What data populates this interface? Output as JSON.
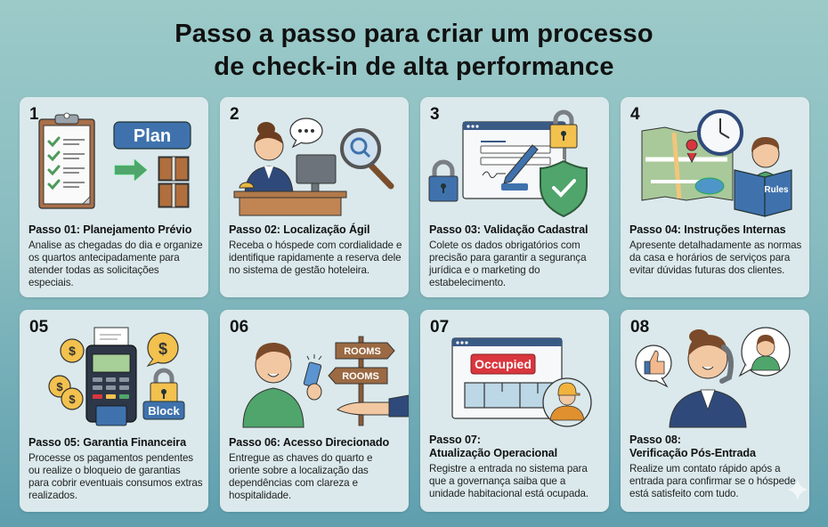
{
  "title": {
    "line1": "Passo a passo para criar um processo",
    "line2": "de check-in de alta performance"
  },
  "steps": [
    {
      "number": "1",
      "title": "Passo 01: Planejamento Prévio",
      "description": "Analise as chegadas do dia e organize os quartos antecipadamente para atender todas as solicitações especiais.",
      "illustration": "clipboard-plan-doors",
      "labels": {
        "plan": "Plan"
      }
    },
    {
      "number": "2",
      "title": "Passo 02: Localização Ágil",
      "description": "Receba o hóspede com cordialidade e identifique rapidamente a reserva dele no sistema de gestão hoteleira.",
      "illustration": "receptionist-desk-search"
    },
    {
      "number": "3",
      "title": "Passo 03: Validação Cadastral",
      "description": "Colete os dados obrigatórios com precisão para garantir a segurança jurídica e o marketing do estabelecimento.",
      "illustration": "form-signature-locks-shield"
    },
    {
      "number": "4",
      "title": "Passo 04: Instruções Internas",
      "description": "Apresente detalhadamente as normas da casa e horários de serviços para evitar dúvidas futuras dos clientes.",
      "illustration": "map-clock-rules-book",
      "labels": {
        "book": "Rules"
      }
    },
    {
      "number": "05",
      "title": "Passo 05: Garantia Financeira",
      "description": "Processe os pagamentos pendentes ou realize o bloqueio de garantias para cobrir eventuais consumos extras realizados.",
      "illustration": "card-terminal-coins-lock",
      "labels": {
        "block": "Block",
        "currency": "$"
      }
    },
    {
      "number": "06",
      "title": "Passo 06: Acesso Direcionado",
      "description": "Entregue as chaves do quarto e oriente sobre a localização das dependências com clareza e hospitalidade.",
      "illustration": "guest-keycard-signpost",
      "labels": {
        "sign1": "ROOMS",
        "sign2": "ROOMS"
      }
    },
    {
      "number": "07",
      "title_line1": "Passo 07:",
      "title_line2": "Atualização Operacional",
      "description": "Registre a entrada no sistema para que a governança saiba que a unidade habitacional está ocupada.",
      "illustration": "system-occupied-housekeeper",
      "labels": {
        "status": "Occupied"
      }
    },
    {
      "number": "08",
      "title_line1": "Passo 08:",
      "title_line2": "Verificação Pós-Entrada",
      "description": "Realize um contato rápido após a entrada para confirmar se o hóspede está satisfeito com tudo.",
      "illustration": "receptionist-phone-thumbs-up"
    }
  ],
  "colors": {
    "background_top": "#9ccac9",
    "background_bottom": "#5f9fae",
    "card": "#dbe9ec",
    "blue": "#3f72ad",
    "navy": "#243d66",
    "green": "#4fa56b",
    "yellow": "#f2c14e",
    "red": "#d9363e",
    "brown": "#9b6a43"
  }
}
